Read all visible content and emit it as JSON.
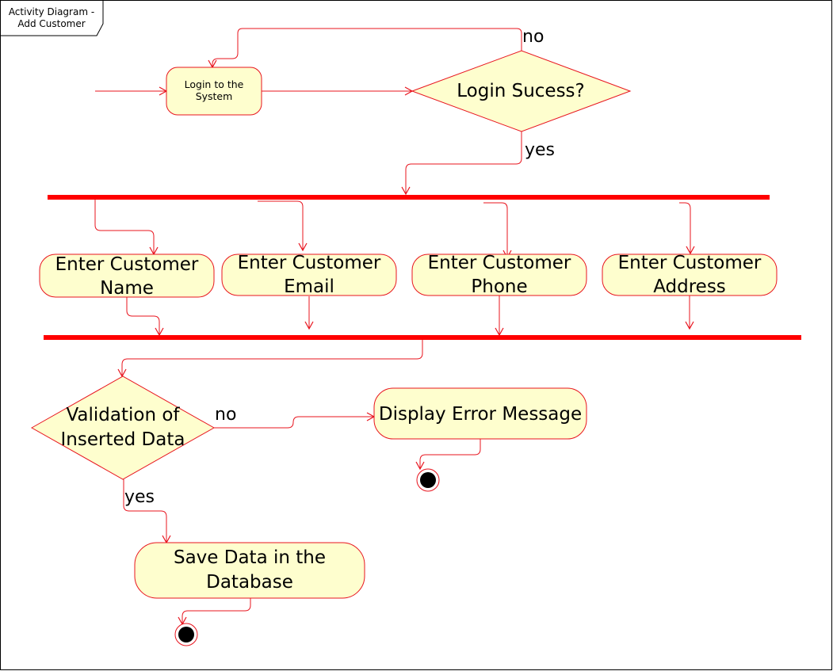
{
  "frame": {
    "title_line1": "Activity Diagram -",
    "title_line2": "Add Customer"
  },
  "nodes": {
    "login": {
      "line1": "Login to the",
      "line2": "System"
    },
    "login_decision": {
      "label": "Login Sucess?"
    },
    "enter_name": {
      "line1": "Enter Customer",
      "line2": "Name"
    },
    "enter_email": {
      "line1": "Enter Customer",
      "line2": "Email"
    },
    "enter_phone": {
      "line1": "Enter Customer",
      "line2": "Phone"
    },
    "enter_address": {
      "line1": "Enter Customer",
      "line2": "Address"
    },
    "validation_decision": {
      "line1": "Validation of",
      "line2": "Inserted Data"
    },
    "display_error": {
      "label": "Display Error Message"
    },
    "save_data": {
      "line1": "Save Data in the",
      "line2": "Database"
    }
  },
  "guards": {
    "login_no": "no",
    "login_yes": "yes",
    "validation_no": "no",
    "validation_yes": "yes"
  },
  "colors": {
    "stroke": "#e8141e",
    "node_fill": "#fefece",
    "bar": "#ff0000",
    "final_fill": "#000000"
  }
}
